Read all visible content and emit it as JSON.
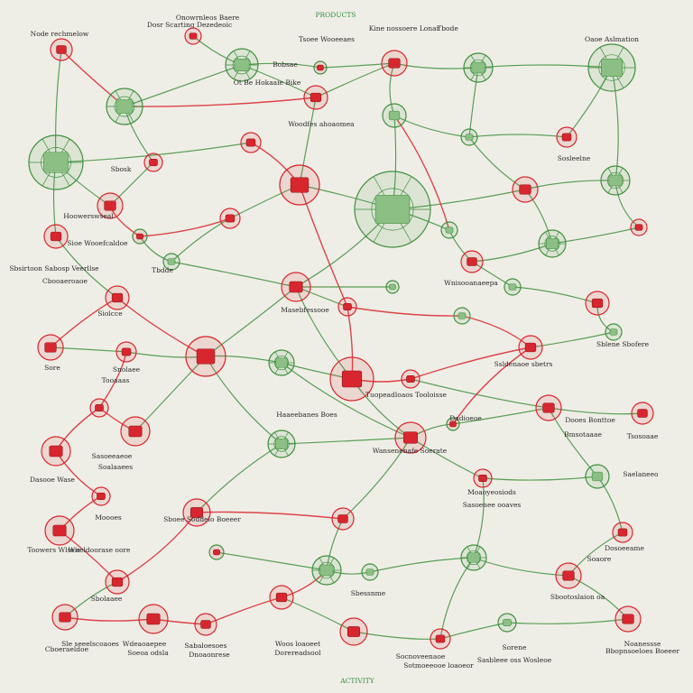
{
  "diagram": {
    "title": "PRODUCTS",
    "footer": "ACTIVITY",
    "colors": {
      "background": "#efeee6",
      "red": "#d8262e",
      "green": "#3f8f3f",
      "text": "#2a2a2a"
    },
    "labels": [
      {
        "text": "Node rechmelow"
      },
      {
        "text": "Dosr Scarting Dezedeoic"
      },
      {
        "text": "Kine nossoere Lonar"
      },
      {
        "text": "Oaoe Aslmation"
      },
      {
        "text": "Ot Be Hokaaie Bike"
      },
      {
        "text": "Woodfes ahoaomea"
      },
      {
        "text": "Sbosk"
      },
      {
        "text": "Hoowerswseal"
      },
      {
        "text": "Sioe Wooefcaldoe"
      },
      {
        "text": "Sbsirtoon Sabosp Veerllse"
      },
      {
        "text": "Cbooaeroaoe"
      },
      {
        "text": "Siolcce"
      },
      {
        "text": "Tbdde"
      },
      {
        "text": "Masebfessooe"
      },
      {
        "text": "Sore"
      },
      {
        "text": "Snolaee"
      },
      {
        "text": "Tooaaas"
      },
      {
        "text": "Tuopeadloaos Tooloisse"
      },
      {
        "text": "Wansenenafe Soerate"
      },
      {
        "text": "Haaeebanes Boes"
      },
      {
        "text": "Dadioeoe"
      },
      {
        "text": "Ssldenaoe sbetrs"
      },
      {
        "text": "Sblene Sbofere"
      },
      {
        "text": "Dooes Bonttoe"
      },
      {
        "text": "Bmsotaaae"
      },
      {
        "text": "Tsosoaae"
      },
      {
        "text": "Sasoeeaeoe"
      },
      {
        "text": "Soalaaees"
      },
      {
        "text": "Dasooe Wase"
      },
      {
        "text": "Moaoyeosiods"
      },
      {
        "text": "Sasoenee ooaves"
      },
      {
        "text": "Saelaneeo"
      },
      {
        "text": "Moooes"
      },
      {
        "text": "Sboee Soddelo Boeeer"
      },
      {
        "text": "Toowers Wlseie"
      },
      {
        "text": "Wneldoorase oore"
      },
      {
        "text": "Sbessnme"
      },
      {
        "text": "Sbolaaee"
      },
      {
        "text": "Dosoeeame"
      },
      {
        "text": "Soaore"
      },
      {
        "text": "Sbootoslaion oa"
      },
      {
        "text": "Sle seeelscoaoes"
      },
      {
        "text": "Cboeraeldoe"
      },
      {
        "text": "Wdeaoaepee"
      },
      {
        "text": "Soeoa odsla"
      },
      {
        "text": "Sabaloesoes"
      },
      {
        "text": "Dnoaonrese"
      },
      {
        "text": "Woos loaoeet"
      },
      {
        "text": "Dorereadsool"
      },
      {
        "text": "Socnoveenaoe"
      },
      {
        "text": "Sotmoeeooe loaoeor"
      },
      {
        "text": "Sorene"
      },
      {
        "text": "Sasbleee oss Wosleoe"
      },
      {
        "text": "Noanessse"
      },
      {
        "text": "Bbopnsoeloes Boeeer"
      },
      {
        "text": "Wnisooanaeepa"
      },
      {
        "text": "Bobsae"
      },
      {
        "text": "Tsoee Wooeeaes"
      },
      {
        "text": "Tbode"
      },
      {
        "text": "Onowrnleos Baere"
      },
      {
        "text": "Sosleelne"
      }
    ]
  }
}
